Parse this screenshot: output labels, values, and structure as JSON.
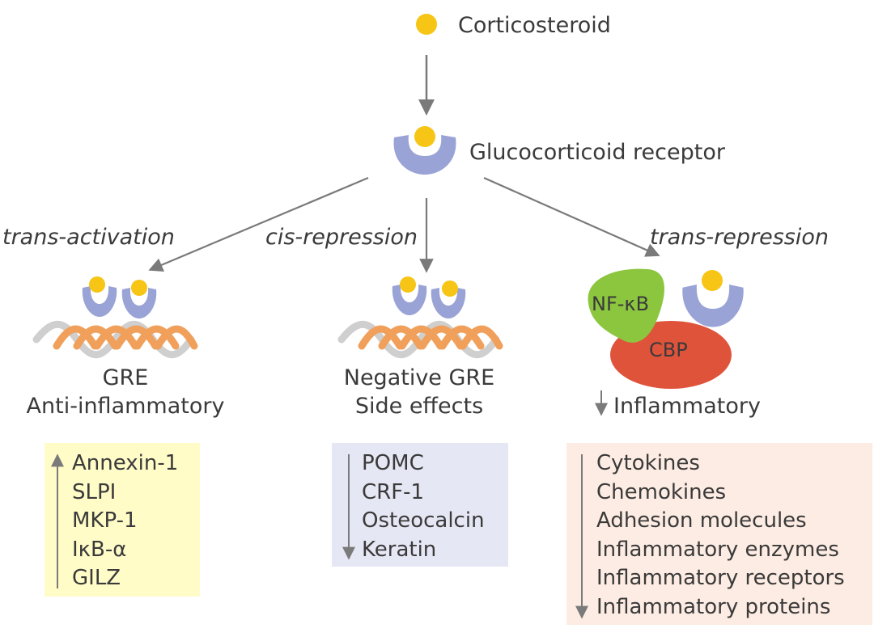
{
  "top": {
    "ligand": "Corticosteroid",
    "receptor": "Glucocorticoid receptor"
  },
  "pathways": [
    {
      "mechanism": "trans-activation",
      "lines": [
        "GRE",
        "Anti-inflammatory"
      ],
      "direction": "up",
      "box_color": "#fffcc8",
      "items": [
        "Annexin-1",
        "SLPI",
        "MKP-1",
        "IκB-α",
        "GILZ"
      ]
    },
    {
      "mechanism": "cis-repression",
      "lines": [
        "Negative GRE",
        "Side effects"
      ],
      "direction": "down",
      "box_color": "#e6e7f4",
      "items": [
        "POMC",
        "CRF-1",
        "Osteocalcin",
        "Keratin"
      ]
    },
    {
      "mechanism": "trans-repression",
      "lines": [
        "Inflammatory"
      ],
      "direction": "down",
      "box_color": "#fdece3",
      "items": [
        "Cytokines",
        "Chemokines",
        "Adhesion molecules",
        "Inflammatory enzymes",
        "Inflammatory receptors",
        "Inflammatory proteins"
      ]
    }
  ],
  "complex": {
    "nfkb_label": "NF-κB",
    "cbp_label": "CBP"
  },
  "colors": {
    "ligand": "#f6c515",
    "receptor": "#9aa3d6",
    "dna_orange": "#f0a05a",
    "dna_grey": "#cfcfcf",
    "nfkb": "#8cc63f",
    "cbp": "#e0533b",
    "arrow": "#7a7a7a"
  }
}
